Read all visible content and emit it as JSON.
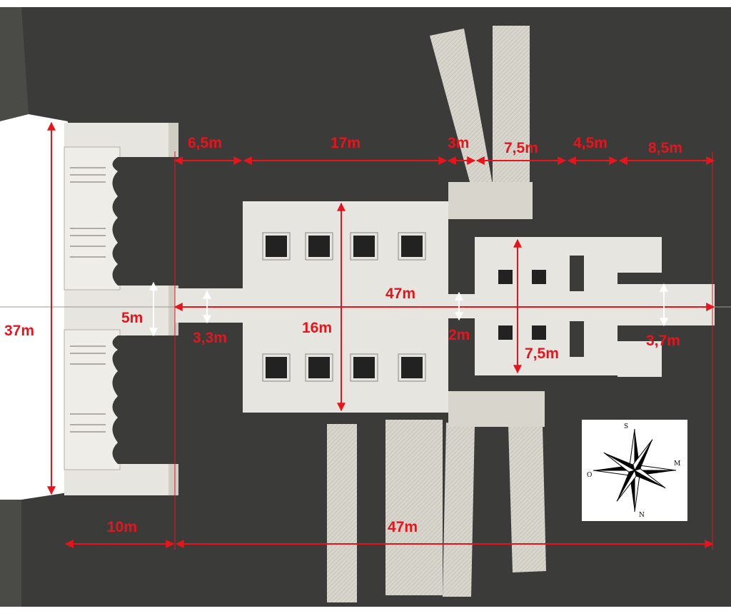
{
  "colors": {
    "rock": "#3b3b39",
    "rock_light": "#5a5a56",
    "room": "#e3e2dc",
    "room_dark": "#cbc9c0",
    "dimension": "#e8141b",
    "background": "#ffffff"
  },
  "dimensions": {
    "total_height": "37m",
    "facade_depth": "10m",
    "total_length_bottom": "47m",
    "axis_length": "47m",
    "portico": "6,5m",
    "hypostyle_length": "17m",
    "passage": "3m",
    "vestibule": "7,5m",
    "transverse_hall": "4,5m",
    "sanctuary": "8,5m",
    "entrance_width": "5m",
    "corridor_width": "3,3m",
    "hypostyle_width": "16m",
    "door_width": "2m",
    "vestibule_width": "7,5m",
    "sanctuary_width": "3,7m"
  },
  "compass": {
    "north_letter": "S",
    "south_letter": "N",
    "east_letter": "M",
    "west_letter": "O",
    "icon": "compass-rose-icon"
  }
}
